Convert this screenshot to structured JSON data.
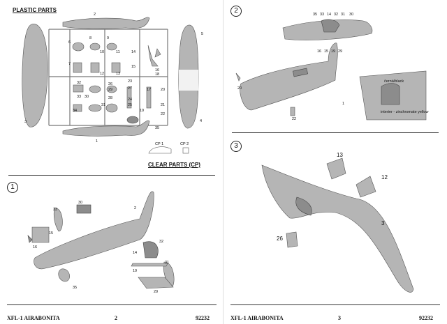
{
  "left_page": {
    "plastic_parts_title": "PLASTIC PARTS",
    "clear_parts_title": "CLEAR PARTS (CP)",
    "clear_parts": [
      "CP 1",
      "CP 2"
    ],
    "sprue_numbers": [
      "1",
      "2",
      "3",
      "4",
      "5",
      "6",
      "7",
      "8",
      "9",
      "10",
      "11",
      "12",
      "13",
      "14",
      "15",
      "16",
      "17",
      "18",
      "19",
      "20",
      "21",
      "22",
      "23",
      "24",
      "25",
      "26",
      "27",
      "28",
      "29",
      "30",
      "31",
      "32",
      "33",
      "34",
      "35"
    ],
    "step1": {
      "number": "1",
      "callouts": [
        "30",
        "2",
        "33",
        "15",
        "16",
        "14",
        "32",
        "19",
        "31",
        "29",
        "35"
      ]
    },
    "footer": {
      "title": "XFL-1 AIRABONITA",
      "page_number": "2",
      "code": "92232"
    }
  },
  "right_page": {
    "step2": {
      "number": "2",
      "callouts": [
        "35",
        "33",
        "14",
        "32",
        "31",
        "30",
        "16",
        "15",
        "19",
        "29",
        "20",
        "22",
        "1"
      ],
      "color_notes": [
        "černá/black",
        "interier - zinchromate yellow"
      ]
    },
    "step3": {
      "number": "3",
      "callouts": [
        "13",
        "12",
        "3",
        "26"
      ]
    },
    "footer": {
      "title": "XFL-1 AIRABONITA",
      "page_number": "3",
      "code": "92232"
    }
  }
}
